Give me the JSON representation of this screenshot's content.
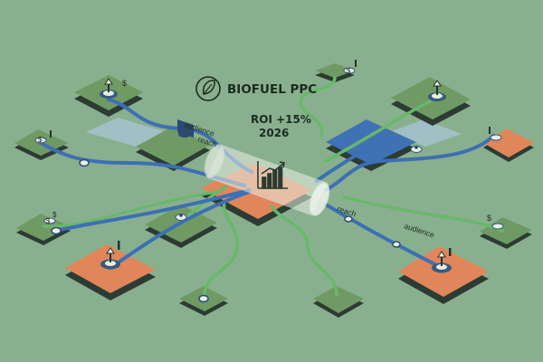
{
  "header": {
    "title": "BIOFUEL PPC",
    "roi": "ROI +15%",
    "year": "2026"
  },
  "labels": {
    "audience_left": "audience",
    "reach_left": "reach",
    "reach_right": "reach",
    "audience_right": "audience"
  },
  "icons": {
    "logo": "leaf-logo-icon",
    "hub": "bar-chart-trend-icon",
    "currency": "dollar-icon",
    "upload": "upload-arrow-icon",
    "audience": "audience-icon"
  },
  "colors": {
    "background": "#89b08e",
    "green_tile": "#6f9a64",
    "orange_tile": "#e0865a",
    "blue_tile": "#3f72b4",
    "pale_blue_panel": "#a9c4d6",
    "blue_path": "#3d6fb5",
    "green_path": "#68b86a",
    "tile_shadow": "#2c3b33"
  }
}
